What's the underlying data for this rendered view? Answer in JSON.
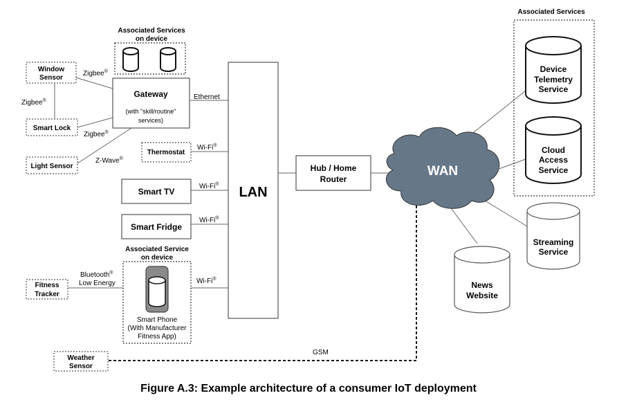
{
  "caption": "Figure A.3: Example architecture of a consumer IoT deployment",
  "nodes": {
    "lan": "LAN",
    "hub": [
      "Hub / Home",
      "Router"
    ],
    "wan": "WAN",
    "gateway_title": "Gateway",
    "gateway_sub": [
      "(with \"skill/routine\"",
      "services)"
    ],
    "window_sensor": [
      "Window",
      "Sensor"
    ],
    "smart_lock": "Smart Lock",
    "light_sensor": "Light Sensor",
    "thermostat": "Thermostat",
    "smart_tv": "Smart TV",
    "smart_fridge": "Smart Fridge",
    "fitness_tracker": [
      "Fitness",
      "Tracker"
    ],
    "smart_phone": [
      "Smart Phone",
      "(With Manufacturer",
      "Fitness App)"
    ],
    "weather_sensor": [
      "Weather",
      "Sensor"
    ],
    "device_telemetry": [
      "Device",
      "Telemetry",
      "Service"
    ],
    "cloud_access": [
      "Cloud",
      "Access",
      "Service"
    ],
    "streaming": [
      "Streaming",
      "Service"
    ],
    "news": [
      "News",
      "Website"
    ]
  },
  "groups": {
    "assoc_services_device": [
      "Associated Services",
      "on device"
    ],
    "assoc_service_device": [
      "Associated Service",
      "on device"
    ],
    "assoc_services_cloud": "Associated Services"
  },
  "links": {
    "zigbee": "Zigbee",
    "zwave": "Z-Wave",
    "ethernet": "Ethernet",
    "wifi": "Wi-Fi",
    "bluetooth": [
      "Bluetooth",
      "Low Energy"
    ],
    "gsm": "GSM",
    "registered": "®"
  }
}
